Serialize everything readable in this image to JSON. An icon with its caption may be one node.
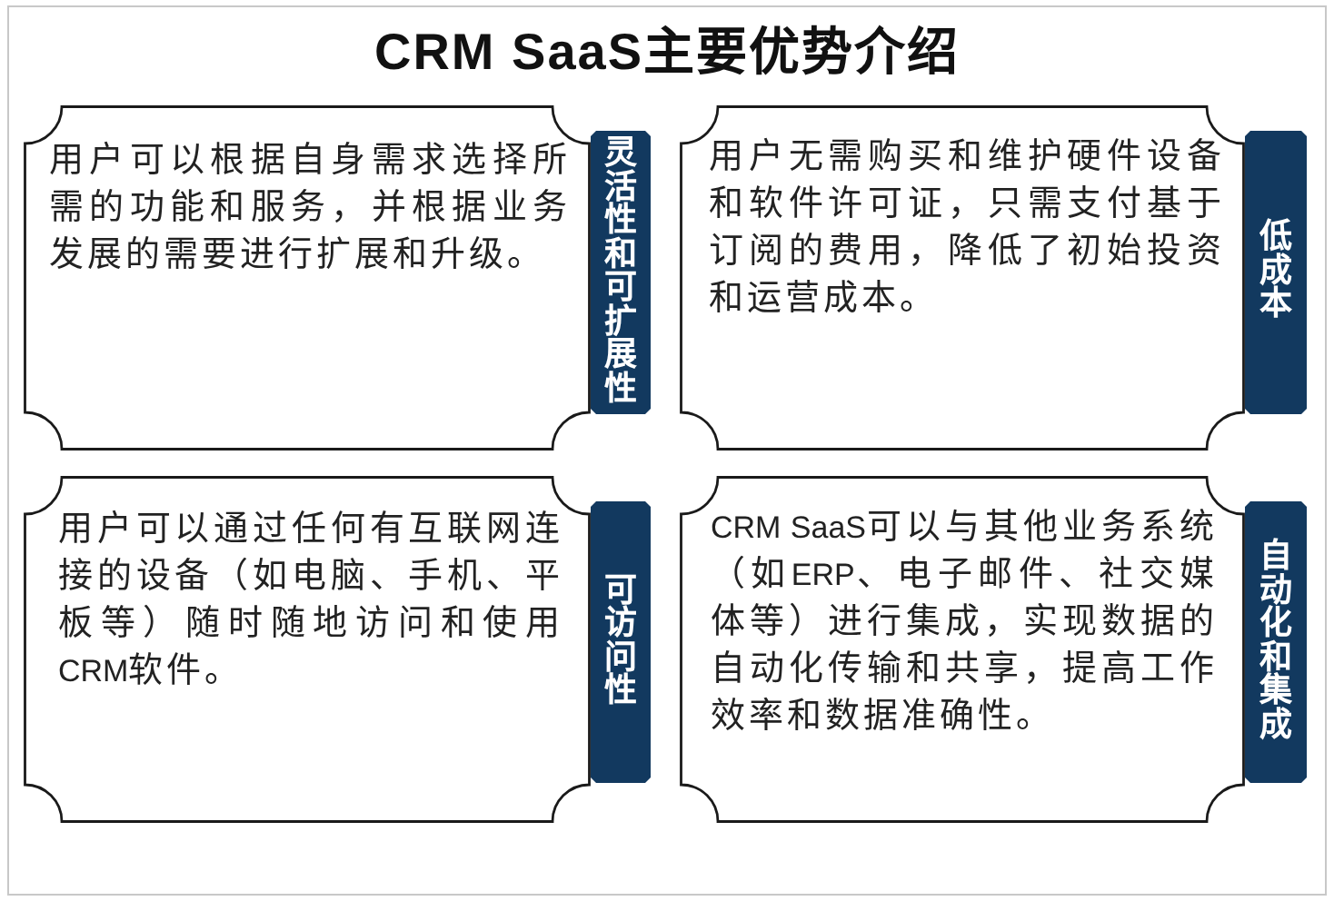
{
  "diagram": {
    "title": "CRM SaaS主要优势介绍",
    "nodes": [
      {
        "text": [
          "用户可以根据自身需求选择所需的功能和服务，并根据业务发展的需要进行扩展和升级。"
        ]
      },
      {
        "text": [
          "灵活性和可扩展性"
        ]
      },
      {
        "text": [
          "用户无需购买和维护硬件设备和软件许可证，只需支付基于订阅的费用，降低了初始投资和运营成本。"
        ]
      },
      {
        "text": [
          "低成本"
        ]
      },
      {
        "text": [
          "用户可以通过任何有互联网连接的设备（如电脑、手机、平板等）随时随地访问和使用CRM软件。"
        ]
      },
      {
        "text": [
          "可访问性"
        ]
      },
      {
        "text": [
          "CRM SaaS可以与其他业务系统（如ERP、电子邮件、社交媒体等）进行集成，实现数据的自动化传输和共享，提高工作效率和数据准确性。"
        ]
      },
      {
        "text": [
          "自动化和集成"
        ]
      }
    ]
  }
}
